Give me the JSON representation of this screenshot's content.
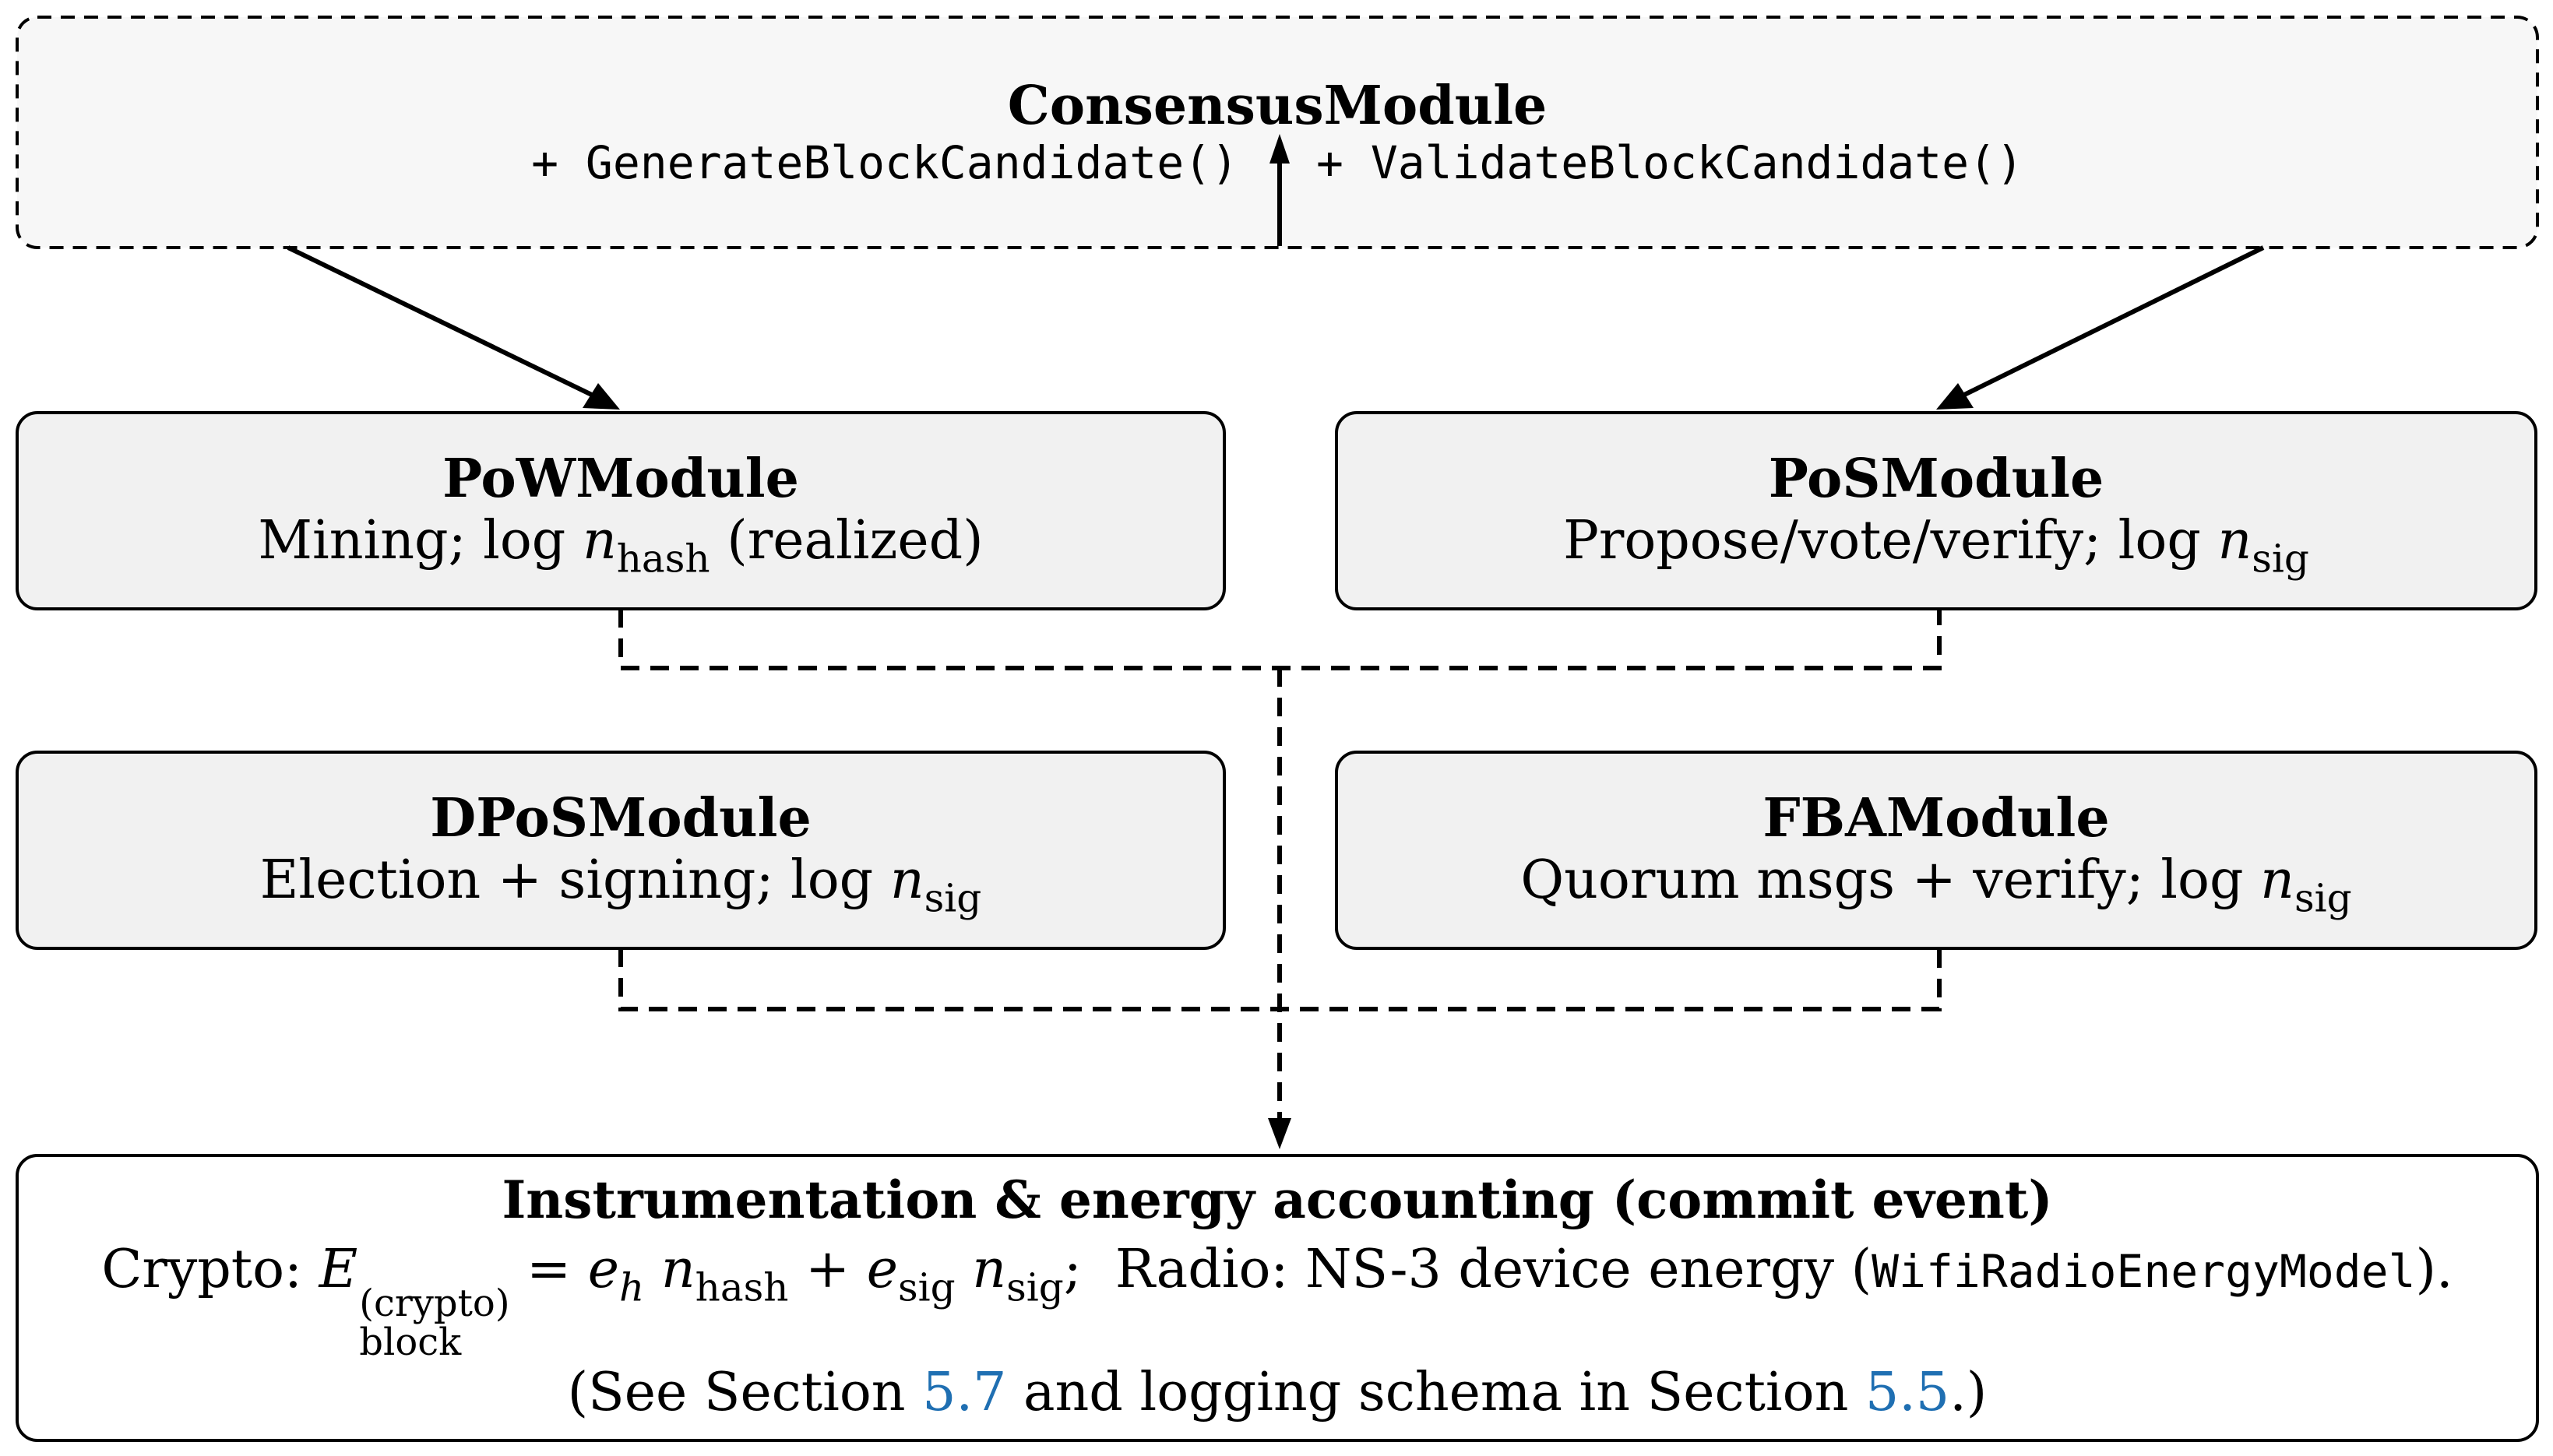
{
  "consensus": {
    "title": "ConsensusModule",
    "method_generate": "+ GenerateBlockCandidate()",
    "method_validate": "+ ValidateBlockCandidate()"
  },
  "pow": {
    "title": "PoWModule",
    "line_pre": "Mining; log ",
    "var": "n",
    "sub": "hash",
    "line_post": " (realized)"
  },
  "pos": {
    "title": "PoSModule",
    "line_pre": "Propose/vote/verify; log ",
    "var": "n",
    "sub": "sig"
  },
  "dpos": {
    "title": "DPoSModule",
    "line_pre": "Election + signing; log ",
    "var": "n",
    "sub": "sig"
  },
  "fba": {
    "title": "FBAModule",
    "line_pre": "Quorum msgs + verify; log ",
    "var": "n",
    "sub": "sig"
  },
  "instrumentation": {
    "title": "Instrumentation & energy accounting (commit event)",
    "crypto_label": "Crypto: ",
    "E": "E",
    "E_sup": "(crypto)",
    "E_sub": "block",
    "eq": " = ",
    "e_h": "e",
    "e_h_sub": "h",
    "n_hash": "n",
    "n_hash_sub": "hash",
    "plus": " + ",
    "e_sig": "e",
    "e_sig_sub": "sig",
    "n_sig": "n",
    "n_sig_sub": "sig",
    "semicolon": ";",
    "radio_label": "Radio: NS-3 device energy (",
    "radio_model": "WifiRadioEnergyModel",
    "radio_close": ").",
    "see_pre": "(See Section ",
    "see_link1": "5.7",
    "see_mid": " and logging schema in Section ",
    "see_link2": "5.5",
    "see_post": ".)"
  },
  "colors": {
    "box_fill": "#f1f1f1",
    "consensus_fill": "#f7f7f7",
    "link": "#1f6fb2",
    "stroke": "#000000"
  }
}
